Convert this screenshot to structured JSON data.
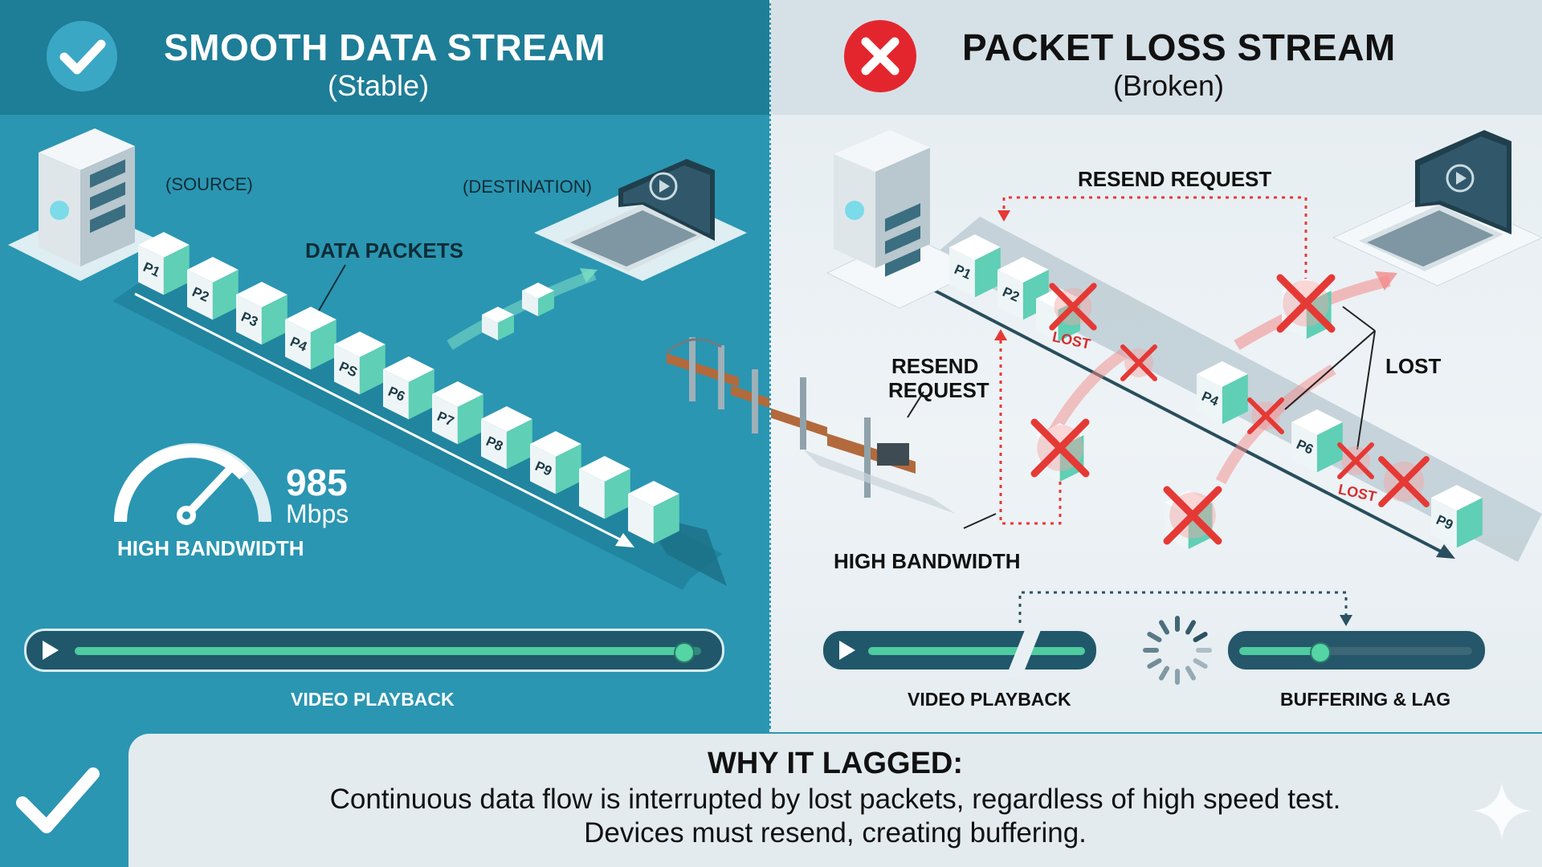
{
  "left_panel": {
    "title": "SMOOTH DATA STREAM",
    "subtitle": "(Stable)",
    "source_label": "(SOURCE)",
    "destination_label": "(DESTINATION)",
    "packets_label": "DATA PACKETS",
    "packets": [
      "P1",
      "P2",
      "P3",
      "P4",
      "PS",
      "P6",
      "P7",
      "P8",
      "P9",
      "",
      ""
    ],
    "speed_value": "985",
    "speed_unit": "Mbps",
    "bandwidth_label": "HIGH BANDWIDTH",
    "playback_label": "VIDEO PLAYBACK",
    "playback_progress": 0.97
  },
  "right_panel": {
    "title": "PACKET LOSS STREAM",
    "subtitle": "(Broken)",
    "resend_top_label": "RESEND REQUEST",
    "resend_side_label_1": "RESEND",
    "resend_side_label_2": "REQUEST",
    "lost_label": "LOST",
    "lost_tag": "LOST",
    "bandwidth_label": "HIGH BANDWIDTH",
    "packets": [
      "P1",
      "P2",
      "P4",
      "P6",
      "P9"
    ],
    "playback_label": "VIDEO PLAYBACK",
    "buffering_label": "BUFFERING & LAG",
    "buffer_progress": 0.34
  },
  "explanation": {
    "title": "WHY IT LAGGED:",
    "line1": "Continuous data flow is interrupted by lost packets, regardless of high speed test.",
    "line2": "Devices must resend, creating buffering."
  },
  "colors": {
    "left_bg": "#2a96b2",
    "left_header": "#1e7d97",
    "right_bg": "#e9f0f3",
    "success": "#3aa7c4",
    "error": "#e3262e",
    "packet_face": "#ffffff",
    "packet_side": "#5fcfb5",
    "loss_red": "#e53935"
  },
  "icons": {
    "left_status": "check-circle-icon",
    "right_status": "x-circle-icon",
    "footer": "checkmark-icon",
    "corner": "sparkle-icon"
  }
}
